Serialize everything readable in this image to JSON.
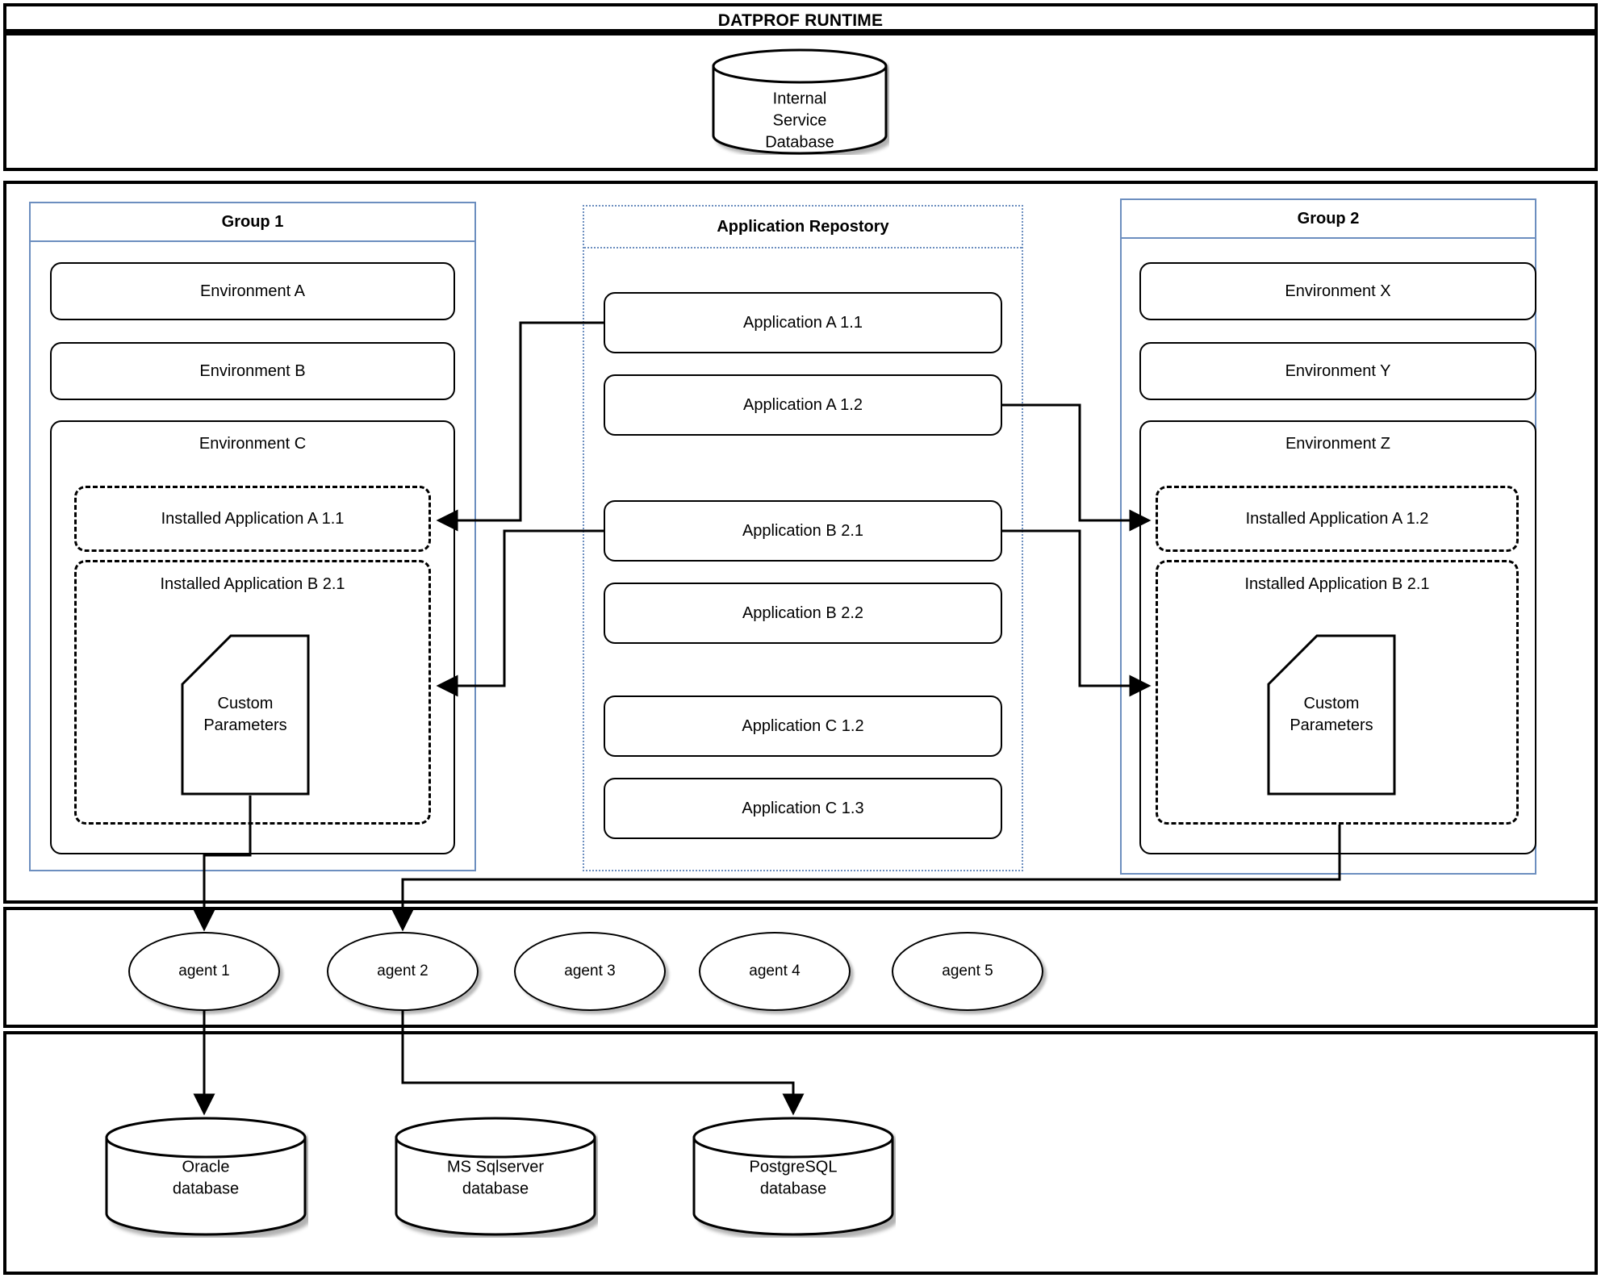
{
  "diagram": {
    "title": "DATPROF RUNTIME"
  },
  "service_db": {
    "label": "Internal\nService\nDatabase",
    "icon": "database-cylinder-icon"
  },
  "group1": {
    "title": "Group 1",
    "environments": [
      {
        "label": "Environment A"
      },
      {
        "label": "Environment B"
      },
      {
        "label": "Environment C"
      }
    ],
    "installed": [
      {
        "label": "Installed Application A 1.1"
      },
      {
        "label": "Installed Application B 2.1"
      }
    ],
    "custom_parameters": {
      "label": "Custom\nParameters",
      "icon": "document-cut-corner-icon"
    }
  },
  "repository": {
    "title": "Application Repostory",
    "applications": [
      {
        "label": "Application A 1.1"
      },
      {
        "label": "Application A 1.2"
      },
      {
        "label": "Application B 2.1"
      },
      {
        "label": "Application B 2.2"
      },
      {
        "label": "Application C 1.2"
      },
      {
        "label": "Application C 1.3"
      }
    ]
  },
  "group2": {
    "title": "Group 2",
    "environments": [
      {
        "label": "Environment X"
      },
      {
        "label": "Environment Y"
      },
      {
        "label": "Environment Z"
      }
    ],
    "installed": [
      {
        "label": "Installed Application A 1.2"
      },
      {
        "label": "Installed Application B 2.1"
      }
    ],
    "custom_parameters": {
      "label": "Custom\nParameters",
      "icon": "document-cut-corner-icon"
    }
  },
  "agents": [
    {
      "label": "agent 1"
    },
    {
      "label": "agent 2"
    },
    {
      "label": "agent 3"
    },
    {
      "label": "agent 4"
    },
    {
      "label": "agent 5"
    }
  ],
  "databases": [
    {
      "label": "Oracle\ndatabase",
      "icon": "database-cylinder-icon"
    },
    {
      "label": "MS Sqlserver\ndatabase",
      "icon": "database-cylinder-icon"
    },
    {
      "label": "PostgreSQL\ndatabase",
      "icon": "database-cylinder-icon"
    }
  ],
  "colors": {
    "group_border": "#6c8ebf",
    "repo_border": "#6c8ebf",
    "stroke": "#000000",
    "background": "#ffffff"
  }
}
